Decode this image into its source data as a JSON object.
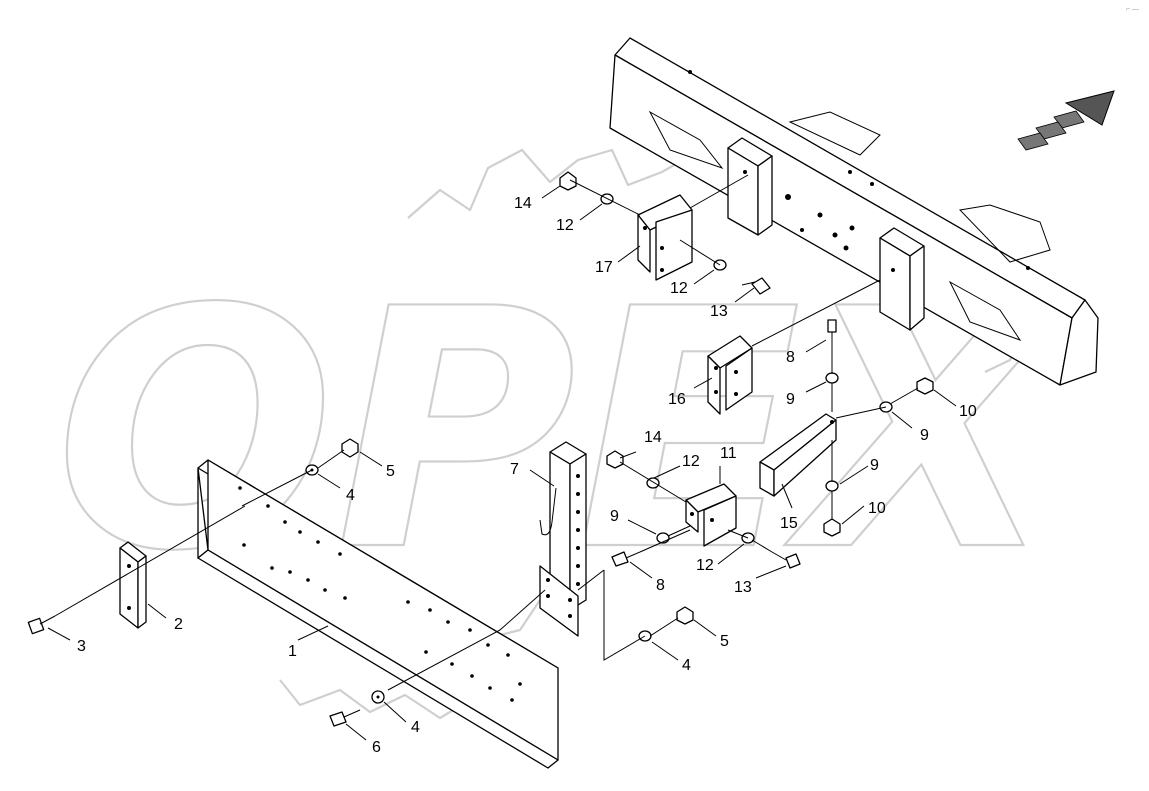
{
  "watermark": {
    "brand": "OPEX"
  },
  "corner_mark": "⌐ —",
  "callouts": [
    {
      "id": "c1",
      "text": "1"
    },
    {
      "id": "c2",
      "text": "2"
    },
    {
      "id": "c3",
      "text": "3"
    },
    {
      "id": "c4a",
      "text": "4"
    },
    {
      "id": "c4b",
      "text": "4"
    },
    {
      "id": "c4c",
      "text": "4"
    },
    {
      "id": "c5a",
      "text": "5"
    },
    {
      "id": "c5b",
      "text": "5"
    },
    {
      "id": "c6",
      "text": "6"
    },
    {
      "id": "c7",
      "text": "7"
    },
    {
      "id": "c8a",
      "text": "8"
    },
    {
      "id": "c8b",
      "text": "8"
    },
    {
      "id": "c9a",
      "text": "9"
    },
    {
      "id": "c9b",
      "text": "9"
    },
    {
      "id": "c9c",
      "text": "9"
    },
    {
      "id": "c9d",
      "text": "9"
    },
    {
      "id": "c10a",
      "text": "10"
    },
    {
      "id": "c10b",
      "text": "10"
    },
    {
      "id": "c11",
      "text": "11"
    },
    {
      "id": "c12a",
      "text": "12"
    },
    {
      "id": "c12b",
      "text": "12"
    },
    {
      "id": "c12c",
      "text": "12"
    },
    {
      "id": "c12d",
      "text": "12"
    },
    {
      "id": "c13a",
      "text": "13"
    },
    {
      "id": "c13b",
      "text": "13"
    },
    {
      "id": "c14a",
      "text": "14"
    },
    {
      "id": "c14b",
      "text": "14"
    },
    {
      "id": "c15",
      "text": "15"
    },
    {
      "id": "c16",
      "text": "16"
    },
    {
      "id": "c17",
      "text": "17"
    }
  ]
}
